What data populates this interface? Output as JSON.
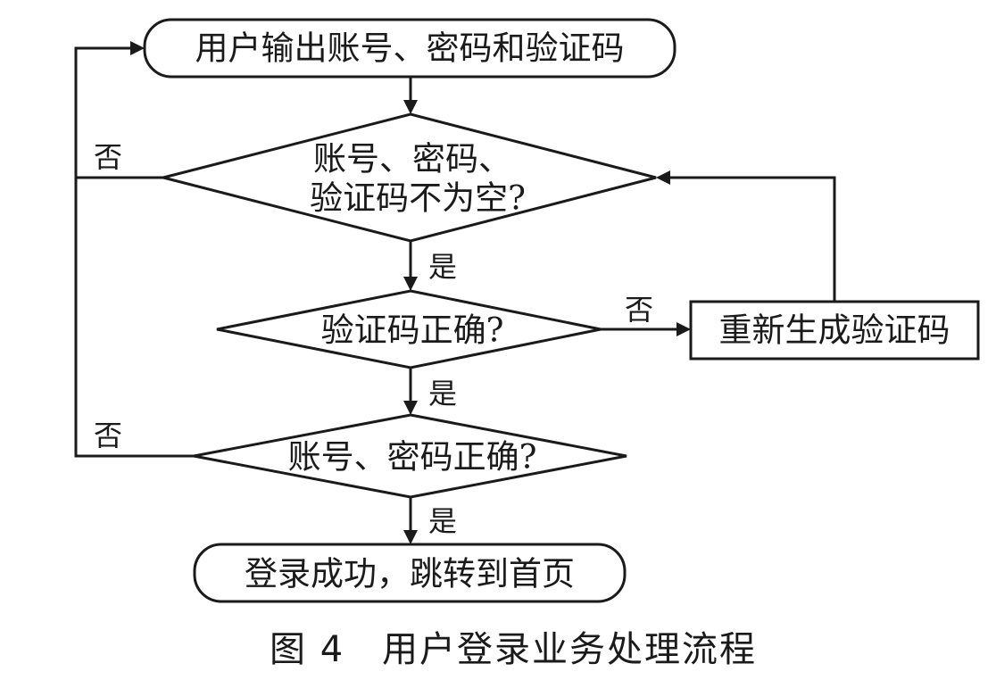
{
  "nodes": {
    "input": {
      "text": "用户输出账号、密码和验证码"
    },
    "not_empty": {
      "line1": "账号、密码、",
      "line2": "验证码不为空?"
    },
    "captcha_ok": {
      "text": "验证码正确?"
    },
    "regenerate": {
      "text": "重新生成验证码"
    },
    "credentials_ok": {
      "text": "账号、密码正确?"
    },
    "success": {
      "text": "登录成功，跳转到首页"
    }
  },
  "edges": {
    "yes": "是",
    "no": "否"
  },
  "caption": {
    "number": "图 4",
    "title": "用户登录业务处理流程"
  }
}
